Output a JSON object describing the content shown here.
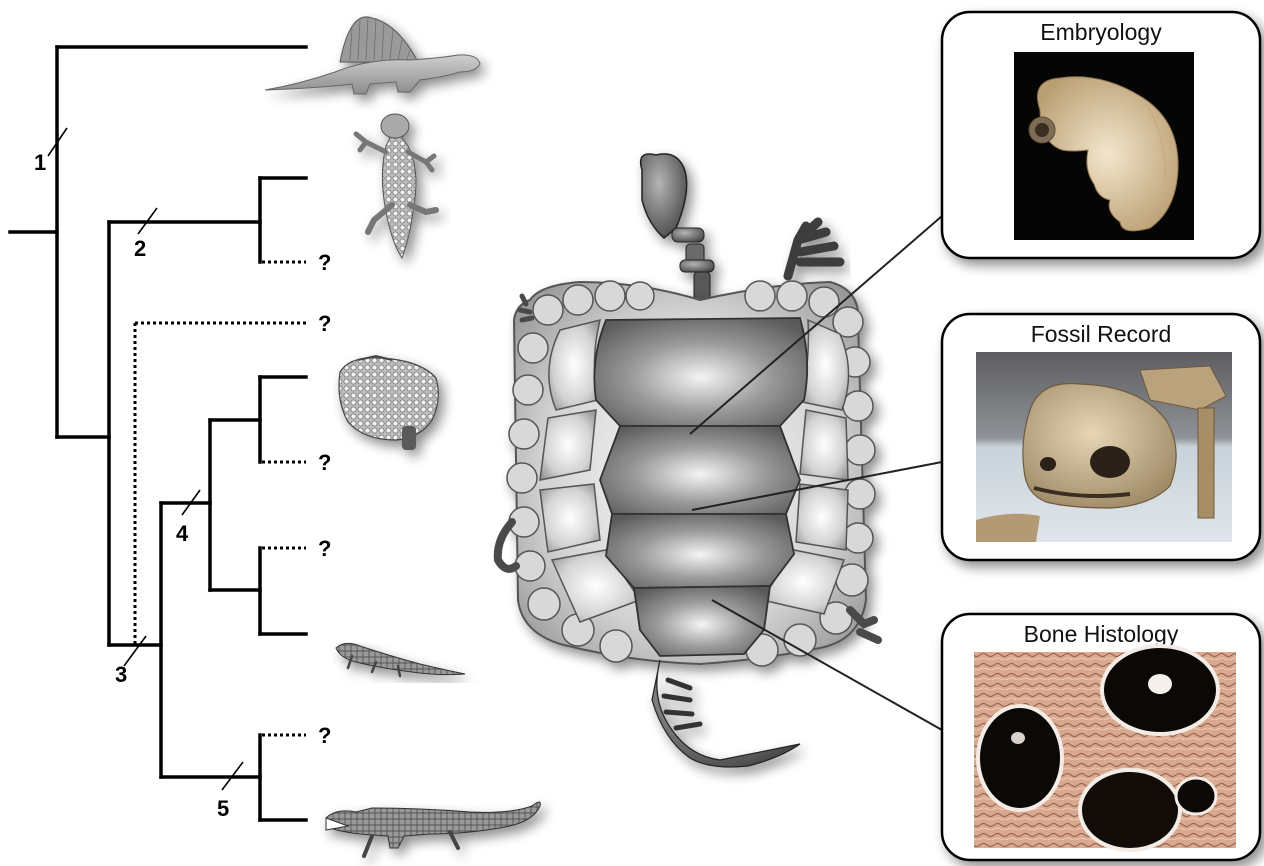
{
  "node_labels": [
    "1",
    "2",
    "3",
    "4",
    "5"
  ],
  "unknown_marker": "?",
  "panels": [
    {
      "title": "Embryology"
    },
    {
      "title": "Fossil Record"
    },
    {
      "title": "Bone Histology"
    }
  ]
}
